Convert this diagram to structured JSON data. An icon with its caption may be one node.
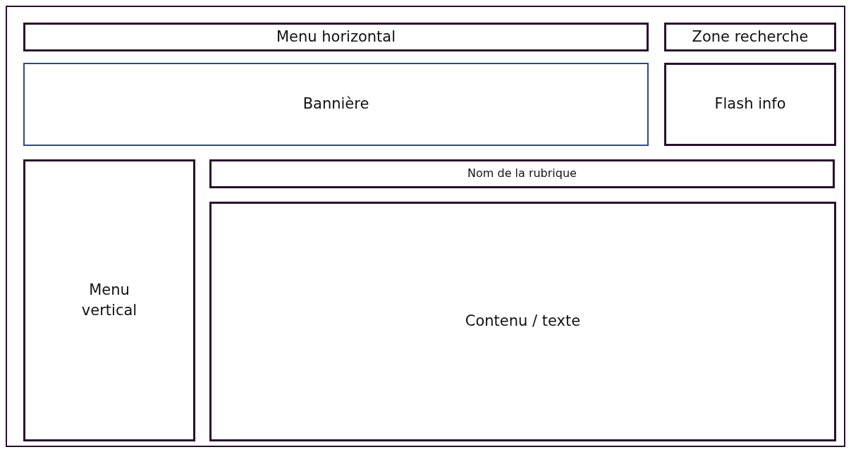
{
  "diagram": {
    "nodes": [
      {
        "text": [],
        "shape": "box"
      },
      {
        "text": [
          "Menu horizontal"
        ],
        "in": 0
      },
      {
        "text": [
          "Zone recherche"
        ],
        "in": 0
      },
      {
        "text": [
          "Bannière"
        ],
        "in": 0
      },
      {
        "text": [
          "Flash info"
        ],
        "in": 0
      },
      {
        "text": [
          "Menu vertical"
        ],
        "in": 0
      },
      {
        "text": [
          "Nom de la rubrique"
        ],
        "in": 0
      },
      {
        "text": [
          "Contenu / texte"
        ],
        "in": 0
      }
    ]
  }
}
